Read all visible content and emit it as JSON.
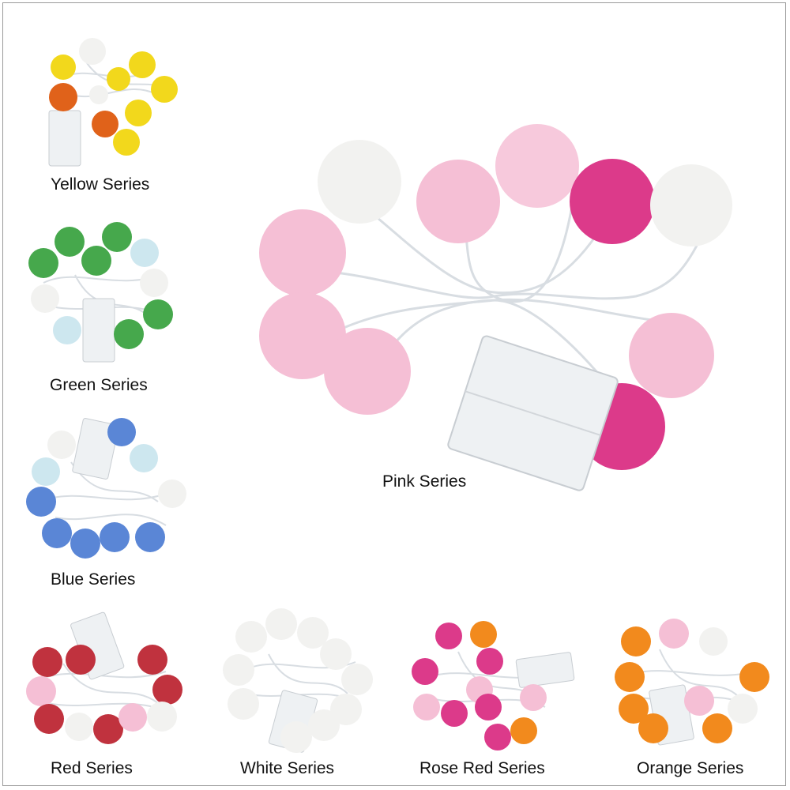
{
  "colors": {
    "yellow": "#f2d81c",
    "orange": "#f28a1d",
    "dark-orange": "#e0621a",
    "white": "#f2f2f0",
    "pink": "#f5bfd5",
    "light-pink": "#f7c9dc",
    "rose": "#dc3a8a",
    "green": "#46a84c",
    "light-blue": "#cde7ef",
    "blue": "#5a86d6",
    "red": "#c0323e",
    "wire": "#d8dde2",
    "case": "#eef1f3"
  },
  "products": [
    {
      "id": "yellow",
      "label": "Yellow Series"
    },
    {
      "id": "green",
      "label": "Green Series"
    },
    {
      "id": "blue",
      "label": "Blue Series"
    },
    {
      "id": "pink",
      "label": "Pink Series"
    },
    {
      "id": "red",
      "label": "Red Series"
    },
    {
      "id": "white",
      "label": "White Series"
    },
    {
      "id": "rose-red",
      "label": "Rose Red Series"
    },
    {
      "id": "orange",
      "label": "Orange Series"
    }
  ]
}
